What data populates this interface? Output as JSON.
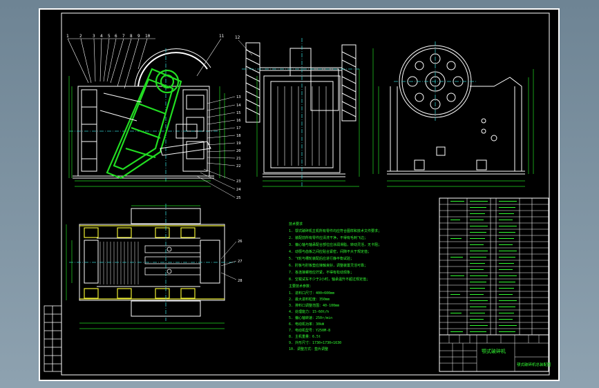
{
  "drawing": {
    "part_labels_top": [
      "1",
      "2",
      "3",
      "4",
      "5",
      "6",
      "7",
      "8",
      "9",
      "10"
    ],
    "part_label_11": "11",
    "part_label_12": "12",
    "part_labels_right": [
      "13",
      "14",
      "15",
      "16",
      "17",
      "18",
      "19",
      "20",
      "21",
      "22",
      "23",
      "24",
      "25"
    ],
    "part_labels_plan": [
      "26",
      "27",
      "28"
    ],
    "notes_heading": "技术要求",
    "notes": [
      "1. 鄂式破碎机主机所有零件均应符合图样和技术文件要求；",
      "2. 装配前所有零件应清洗干净，不得有毛刺飞边；",
      "3. 偏心轴与轴承配合部位应涂润滑脂，转动灵活，无卡阻；",
      "4. 动颚与齿板之间应贴合紧密，间隙不大于规定值；",
      "5. 飞轮与槽轮装配后应进行静平衡试验；",
      "6. 肘板与肘板垫应接触良好，调整装置灵活可靠；",
      "7. 各连接螺栓应拧紧，不得有松动现象；",
      "8. 空载试车不少于2小时，轴承温升不超过规定值；",
      "主要技术参数：",
      "1. 进料口尺寸：400×600mm",
      "2. 最大进料粒度：350mm",
      "3. 排料口调整范围：40-100mm",
      "4. 处理能力：15-60t/h",
      "5. 偏心轴转速：250r/min",
      "6. 电动机功率：30kW",
      "7. 电动机型号：Y250M-8",
      "8. 主机重量：6.5t",
      "9. 外形尺寸：1730×1730×1630",
      "10. 调整方式：垫片调整"
    ],
    "bom_rows": 22,
    "title_block_name": "颚式破碎机",
    "title_block_title": "颚式破碎机总装配图"
  },
  "colors": {
    "page_bg": "#000000",
    "frame": "#ffffff",
    "green": "#22dd22",
    "bright_green": "#33ff33",
    "white": "#ffffff",
    "cyan": "#33cccc",
    "yellow": "#eeee33",
    "red": "#ff4444"
  }
}
